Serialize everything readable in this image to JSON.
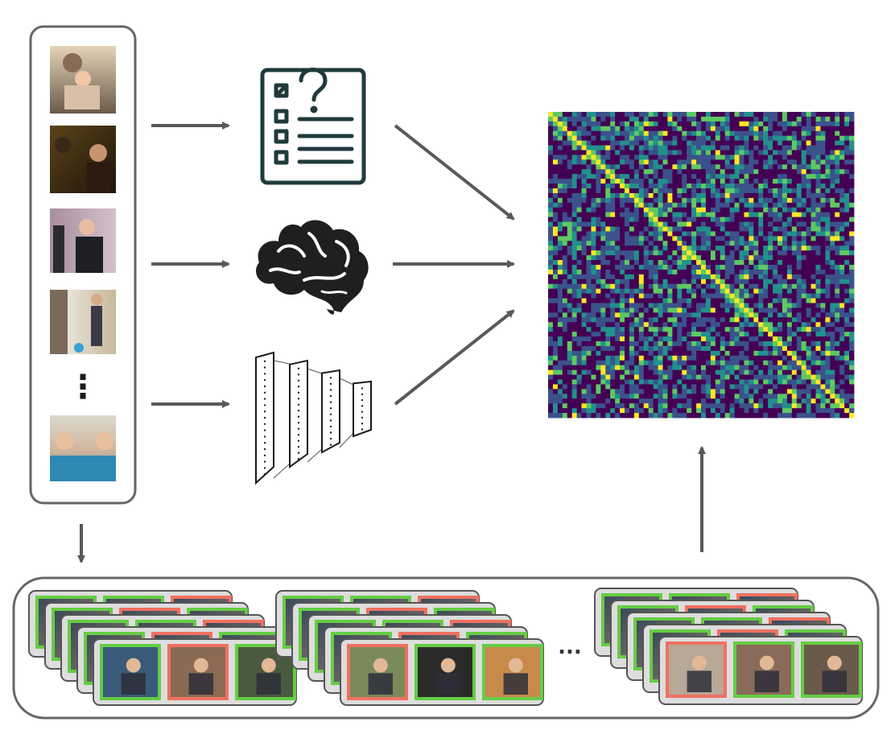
{
  "colors": {
    "arrow": "#595959",
    "panel_border": "#666666",
    "icon_dark": "#1f3a3d",
    "correct_frame": "#66cc44",
    "incorrect_frame": "#f07060",
    "stack_bg": "#dddddd",
    "matrix_palette": [
      "#440154",
      "#3b528b",
      "#21918c",
      "#5ec962",
      "#fde725"
    ]
  },
  "icons": {
    "questionnaire": "questionnaire-icon",
    "brain": "brain-icon",
    "neural_network": "neural-network-icon"
  },
  "video_column": {
    "thumbnails": [
      "baby-on-lap",
      "people-in-dim-room",
      "woman-speaking-on-stage",
      "gym-mirror-room",
      "baby-in-tub"
    ],
    "vertical_ellipsis": "⋮"
  },
  "trial_stacks": {
    "ellipsis": "...",
    "front_rows": [
      [
        "correct",
        "incorrect",
        "correct"
      ],
      [
        "incorrect",
        "correct",
        "correct"
      ],
      [
        "incorrect",
        "correct",
        "correct"
      ]
    ]
  },
  "similarity_matrix": {
    "type": "heatmap",
    "colormap": "viridis",
    "diagonal": "bright"
  }
}
